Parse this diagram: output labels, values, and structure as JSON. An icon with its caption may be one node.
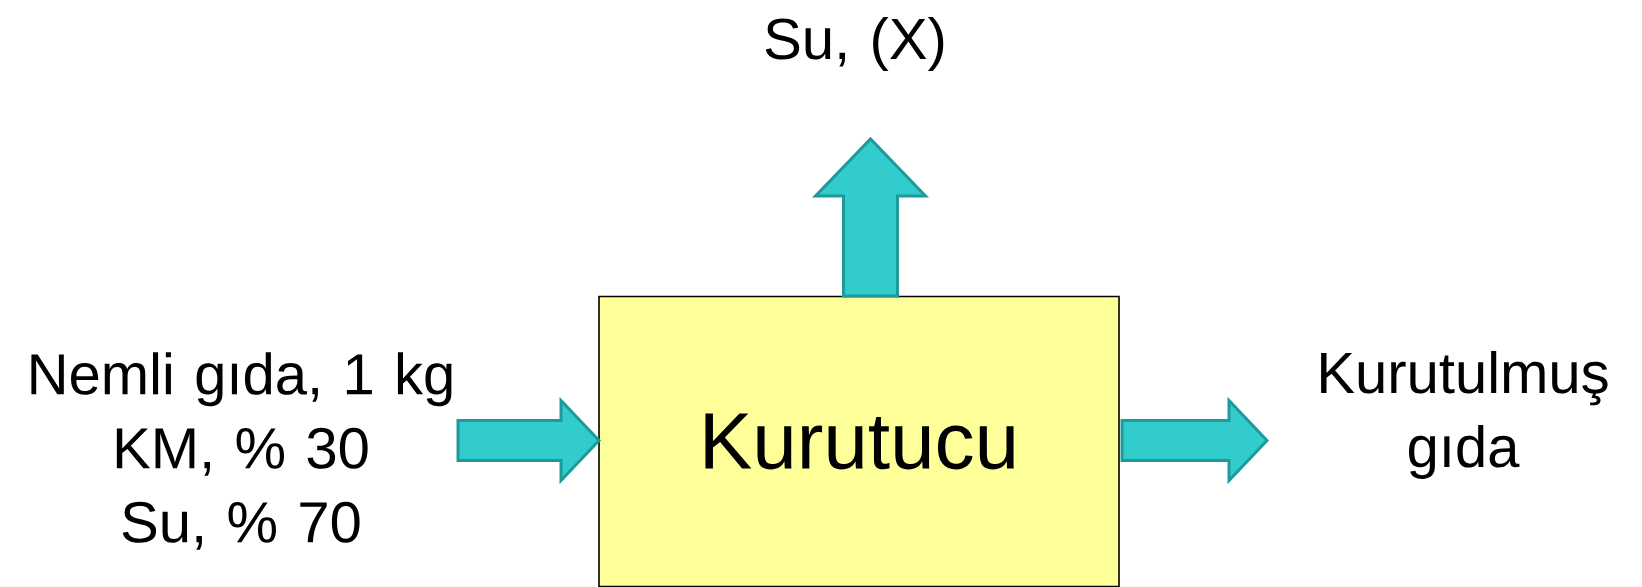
{
  "diagram": {
    "nodes": [
      {
        "text": [
          "Nemli gıda, 1 kg",
          "KM, % 30",
          "Su, % 70"
        ]
      },
      {
        "text": [
          "Kurutucu"
        ]
      },
      {
        "text": [
          "Su, (X)"
        ]
      },
      {
        "text": [
          "Kurutulmuş gıda"
        ]
      }
    ],
    "edges": [
      {
        "from": 0,
        "to": 1,
        "arrow": "to"
      },
      {
        "from": 1,
        "to": 2,
        "arrow": "to"
      },
      {
        "from": 1,
        "to": 3,
        "arrow": "to"
      }
    ]
  }
}
